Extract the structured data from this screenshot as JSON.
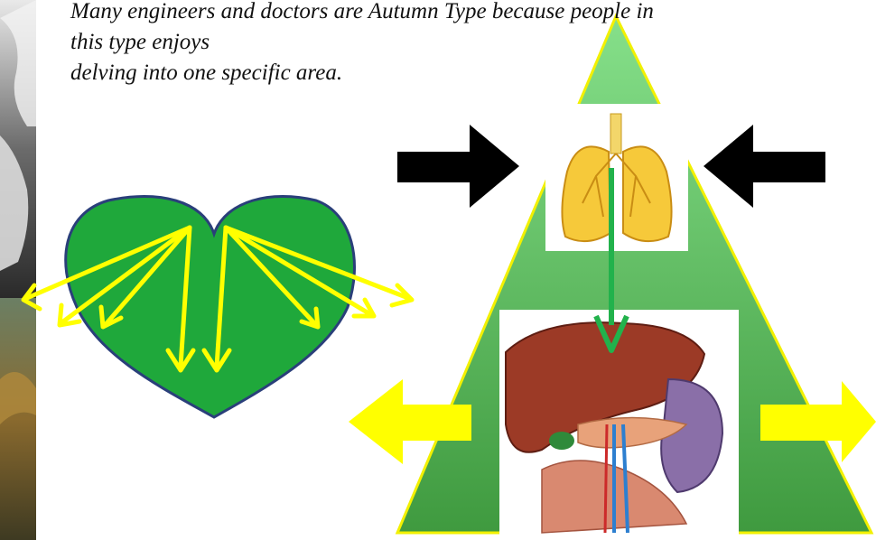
{
  "caption": {
    "line1": "Many engineers and doctors are Autumn Type because people in",
    "line2": "this type enjoys",
    "line3": "delving into one specific area."
  },
  "colors": {
    "triangle_top": "#86e08a",
    "triangle_bottom": "#3f9a3f",
    "triangle_outline": "#f2f000",
    "heart_fill": "#1fa83b",
    "heart_outline": "#2a3f7a",
    "yellow_arrow": "#ffff00",
    "black_arrow": "#000000",
    "green_arrow": "#22b24c",
    "lung": "#f6c93a",
    "liver": "#9c3a26"
  },
  "icons": {
    "lungs": "lungs-icon",
    "liver": "liver-organs-icon",
    "heart": "heart-icon"
  }
}
